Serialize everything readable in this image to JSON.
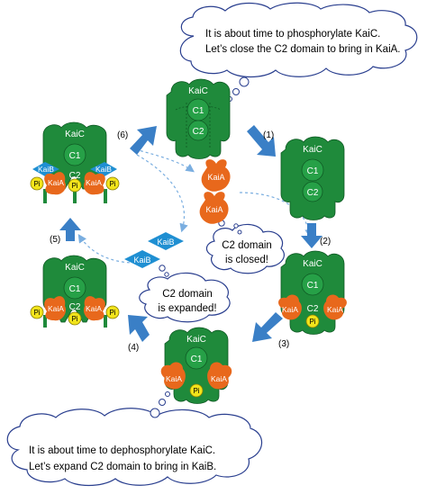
{
  "thought_top": {
    "line1": "It is about time to phosphorylate KaiC.",
    "line2": "Let’s close the C2 domain to bring in KaiA."
  },
  "thought_bottom": {
    "line1": "It is about time to dephosphorylate KaiC.",
    "line2": "Let’s expand C2 domain to bring in KaiB."
  },
  "bubble_closed": {
    "line1": "C2 domain",
    "line2": "is closed!"
  },
  "bubble_expanded": {
    "line1": "C2 domain",
    "line2": "is expanded!"
  },
  "labels": {
    "kaic": "KaiC",
    "c1": "C1",
    "c2": "C2",
    "kaia": "KaiA",
    "kaib": "KaiB",
    "pi": "Pi"
  },
  "steps": [
    "(1)",
    "(2)",
    "(3)",
    "(4)",
    "(5)",
    "(6)"
  ],
  "colors": {
    "kaic_green": "#1f8a3b",
    "kaia_orange": "#e8681c",
    "kaib_blue": "#1f8fd2",
    "pi_yellow": "#f2e31b",
    "arrow_blue": "#3a7fc6"
  }
}
